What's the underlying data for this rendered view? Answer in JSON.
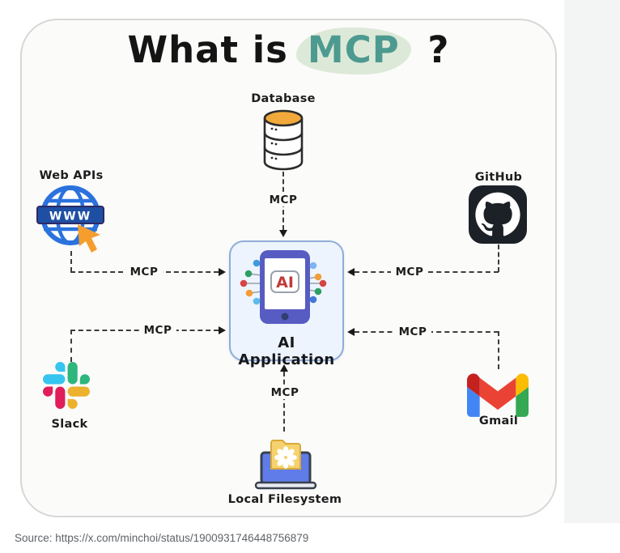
{
  "title": {
    "prefix": "What is",
    "highlight": "MCP",
    "suffix": "?"
  },
  "center_node": {
    "label": "AI Application",
    "badge": "AI"
  },
  "nodes": {
    "database": {
      "label": "Database"
    },
    "web_apis": {
      "label": "Web APIs",
      "banner": "WWW"
    },
    "github": {
      "label": "GitHub"
    },
    "slack": {
      "label": "Slack"
    },
    "gmail": {
      "label": "Gmail"
    },
    "local_filesystem": {
      "label": "Local Filesystem"
    }
  },
  "edges": [
    {
      "from": "Database",
      "to": "AI Application",
      "label": "MCP"
    },
    {
      "from": "Web APIs",
      "to": "AI Application",
      "label": "MCP"
    },
    {
      "from": "GitHub",
      "to": "AI Application",
      "label": "MCP"
    },
    {
      "from": "Slack",
      "to": "AI Application",
      "label": "MCP"
    },
    {
      "from": "Gmail",
      "to": "AI Application",
      "label": "MCP"
    },
    {
      "from": "Local Filesystem",
      "to": "AI Application",
      "label": "MCP"
    }
  ],
  "colors": {
    "highlight_text": "#4d9a90",
    "highlight_blob": "#dde9d8",
    "ai_box_fill": "#edf4fd",
    "ai_box_border": "#8fadd9",
    "ai_badge_text": "#c13b3b",
    "database_top": "#f2a93b",
    "globe_blue": "#2b72dd",
    "cursor_orange": "#f59e2d",
    "github_dark": "#1c2128"
  },
  "footer": {
    "source": "Source: https://x.com/minchoi/status/1900931746448756879"
  }
}
